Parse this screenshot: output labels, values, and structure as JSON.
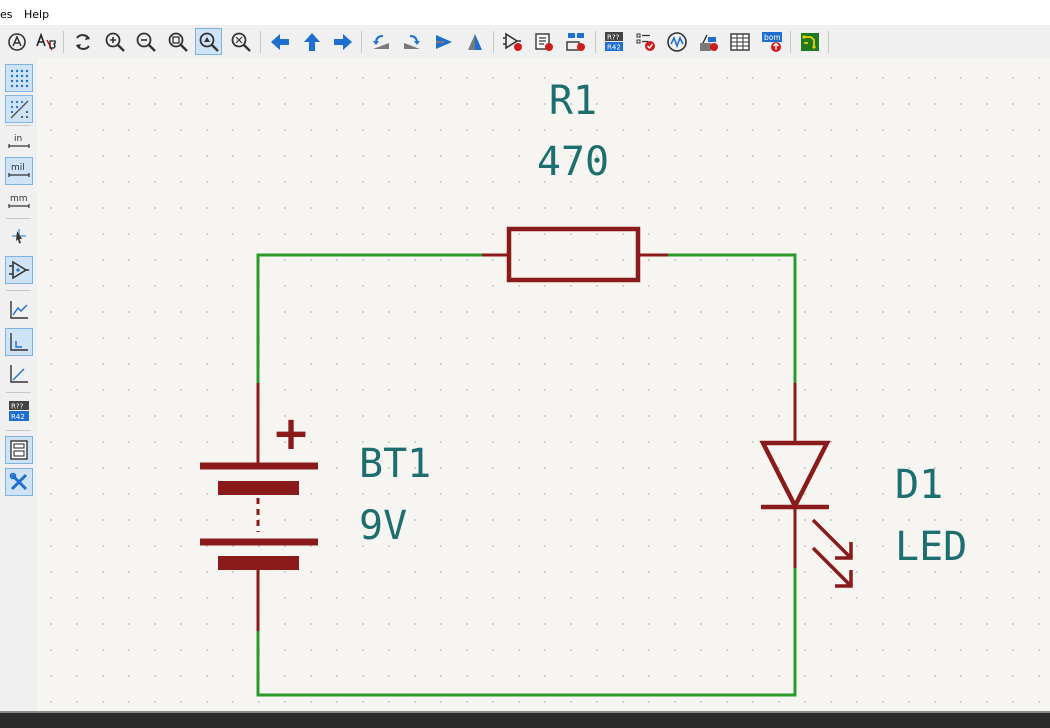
{
  "menu": {
    "items": [
      "es",
      "Help"
    ]
  },
  "toolbar": {
    "buttons": [
      "annotate-icon",
      "text-size-icon",
      "refresh-icon",
      "zoom-in-icon",
      "zoom-out-icon",
      "zoom-fit-icon",
      "zoom-objects-icon",
      "zoom-selection-icon",
      "arrow-left-icon",
      "arrow-up-icon",
      "arrow-right-icon",
      "rotate-ccw-icon",
      "rotate-cw-icon",
      "mirror-horizontal-icon",
      "mirror-vertical-icon",
      "symbol-editor-icon",
      "library-browser-icon",
      "hierarchy-icon",
      "annotate-schematic-icon",
      "erc-icon",
      "simulator-icon",
      "footprint-assign-icon",
      "spreadsheet-icon",
      "bom-icon",
      "pcb-editor-icon"
    ]
  },
  "left_toolbar": {
    "buttons": [
      "grid-dots-icon",
      "grid-lines-icon",
      "inch-units-icon",
      "mil-units-icon",
      "mm-units-icon",
      "cursor-icon",
      "hidden-pins-icon",
      "line-any-angle-icon",
      "line-45-icon",
      "line-90-icon",
      "annotation-icon",
      "hierarchy-navigator-icon",
      "properties-icon"
    ],
    "unit_labels": {
      "in": "in",
      "mil": "mil",
      "mm": "mm"
    }
  },
  "schematic": {
    "resistor": {
      "ref": "R1",
      "value": "470"
    },
    "battery": {
      "ref": "BT1",
      "value": "9V",
      "plus": "+"
    },
    "led": {
      "ref": "D1",
      "value": "LED"
    },
    "colors": {
      "wire": "#2a9a2a",
      "symbol": "#8b1a1a",
      "text": "#1d6e6e",
      "background": "#f6f5f1"
    }
  }
}
